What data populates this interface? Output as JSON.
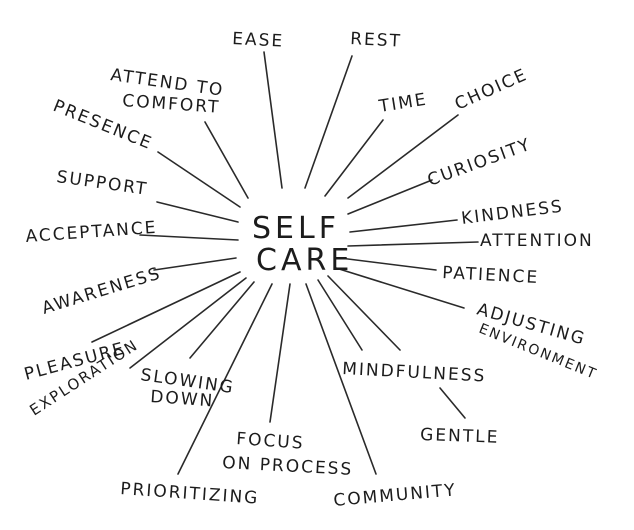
{
  "center": {
    "line1": "SELF",
    "line2": "CARE"
  },
  "words": {
    "ease": "EASE",
    "rest": "REST",
    "attend_to": "ATTEND TO",
    "comfort": "COMFORT",
    "time": "TIME",
    "choice": "CHOICE",
    "presence": "PRESENCE",
    "curiosity": "CURIOSITY",
    "support": "SUPPORT",
    "kindness": "KINDNESS",
    "acceptance": "ACCEPTANCE",
    "attention": "ATTENTION",
    "patience": "PATIENCE",
    "awareness": "AWARENESS",
    "adjusting": "ADJUSTING",
    "environment": "ENVIRONMENT",
    "pleasure": "PLEASURE",
    "slowing": "SLOWING",
    "down": "DOWN",
    "mindfulness": "MINDFULNESS",
    "exploration": "EXPLORATION",
    "gentle": "GENTLE",
    "focus": "FOCUS",
    "on_process": "ON PROCESS",
    "prioritizing": "PRIORITIZING",
    "community": "COMMUNITY"
  },
  "colors": {
    "ink": "#1c1c1c",
    "background": "#ffffff"
  }
}
